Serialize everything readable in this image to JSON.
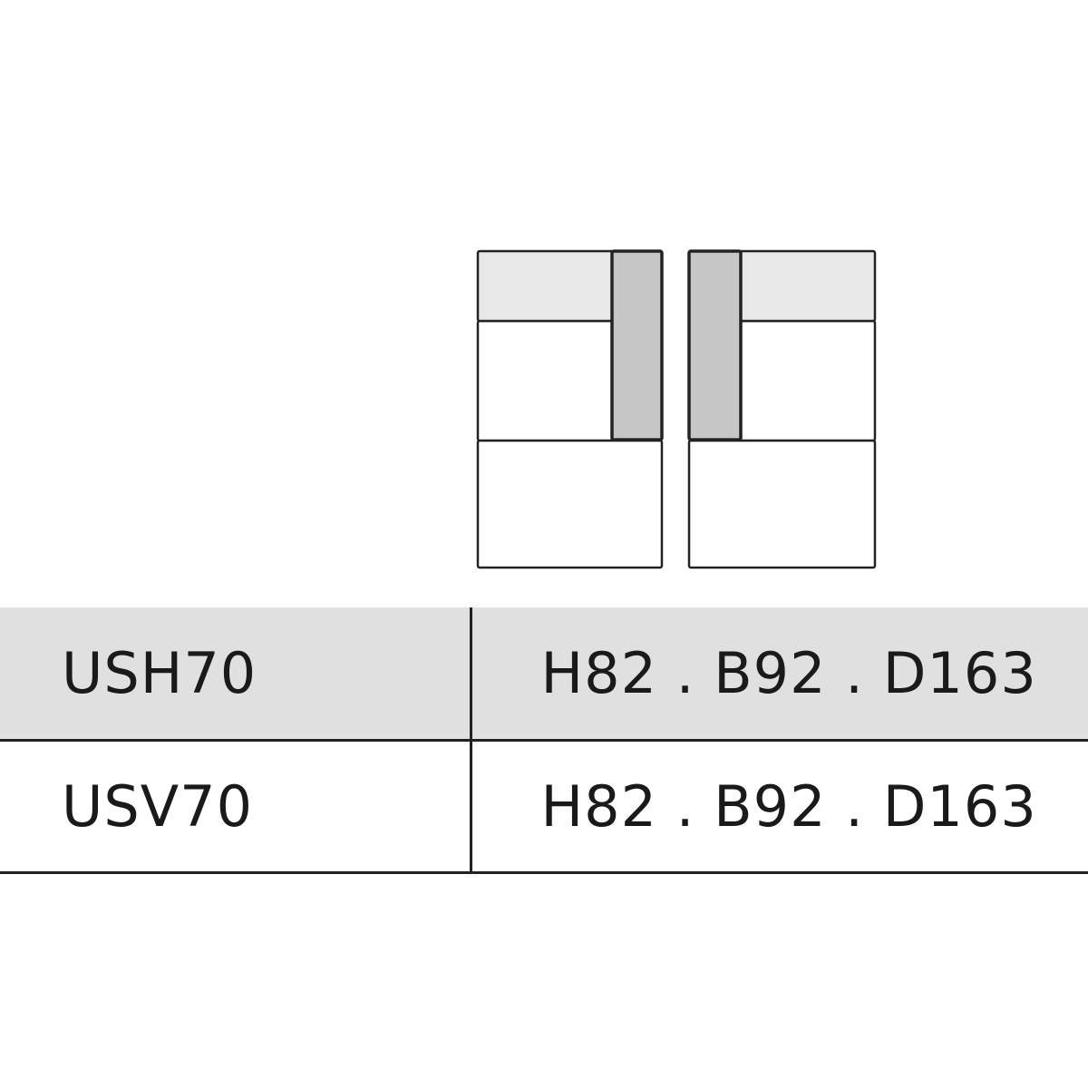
{
  "diagram": {
    "colors": {
      "outline": "#222222",
      "backrest": "#e8e8e8",
      "armrest": "#c6c6c6",
      "seat": "#ffffff"
    }
  },
  "table": {
    "rows": [
      {
        "code": "USH70",
        "dimensions": "H82 . B92 . D163"
      },
      {
        "code": "USV70",
        "dimensions": "H82 . B92 . D163"
      }
    ]
  }
}
